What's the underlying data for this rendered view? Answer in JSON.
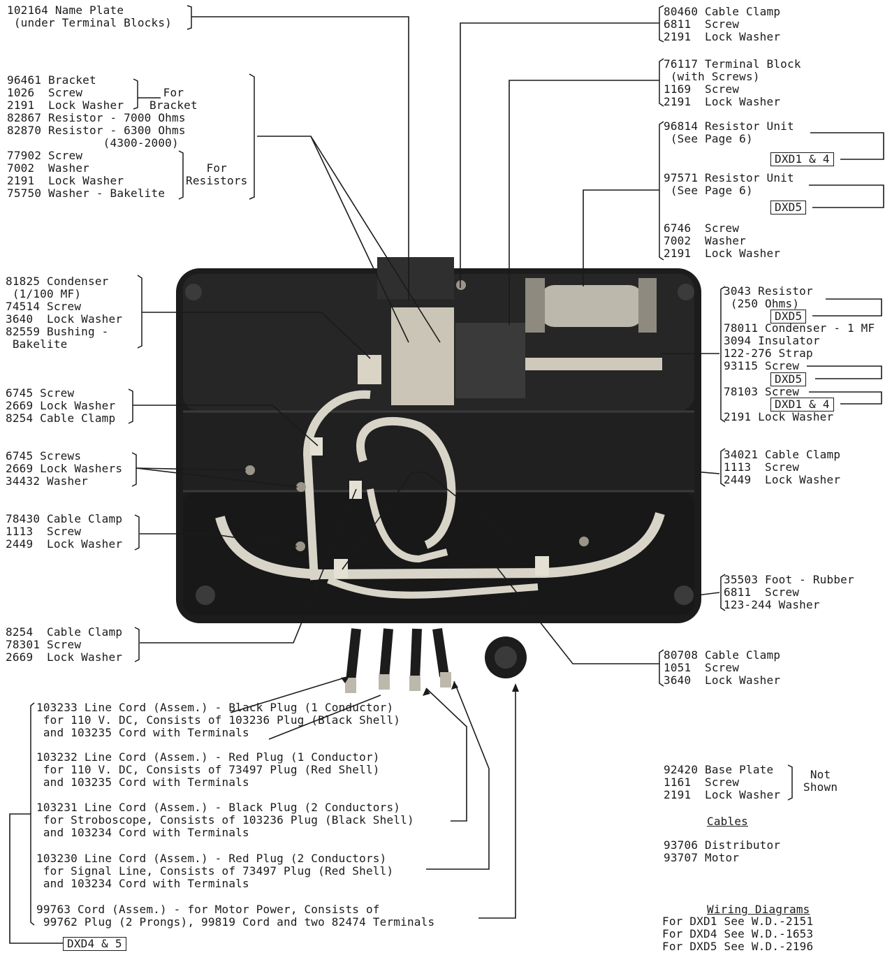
{
  "callouts": {
    "name_plate": "102164 Name Plate\n (under Terminal Blocks)",
    "bracket_group": "96461 Bracket\n1026  Screw\n2191  Lock Washer\n82867 Resistor - 7000 Ohms\n82870 Resistor - 6300 Ohms\n              (4300-2000)",
    "for_bracket": "For\nBracket",
    "resistor_hw": "77902 Screw\n7002  Washer\n2191  Lock Washer\n75750 Washer - Bakelite",
    "for_resistors": "For\nResistors",
    "condenser_group": "81825 Condenser\n (1/100 MF)\n74514 Screw\n3640  Lock Washer\n82559 Bushing -\n Bakelite",
    "clamp_6745": "6745 Screw\n2669 Lock Washer\n8254 Cable Clamp",
    "screws_6745": "6745 Screws\n2669 Lock Washers\n34432 Washer",
    "clamp_78430": "78430 Cable Clamp\n1113  Screw\n2449  Lock Washer",
    "clamp_8254": "8254  Cable Clamp\n78301 Screw\n2669  Lock Washer",
    "clamp_80460": "80460 Cable Clamp\n6811  Screw\n2191  Lock Washer",
    "terminal_block": "76117 Terminal Block\n (with Screws)\n1169  Screw\n2191  Lock Washer",
    "resistor_unit_96814": "96814 Resistor Unit\n (See Page 6)",
    "resistor_unit_97571": "97571 Resistor Unit\n (See Page 6)",
    "screw_6746": "6746  Screw\n7002  Washer\n2191  Lock Washer",
    "resistor_3043": "3043 Resistor\n (250 Ohms)",
    "condenser_78011": "78011 Condenser - 1 MF\n3094 Insulator\n122-276 Strap\n93115 Screw",
    "screw_78103": "78103 Screw",
    "lock_2191": "2191 Lock Washer",
    "clamp_34021": "34021 Cable Clamp\n1113  Screw\n2449  Lock Washer",
    "foot_35503": "35503 Foot - Rubber\n6811  Screw\n123-244 Washer",
    "clamp_80708": "80708 Cable Clamp\n1051  Screw\n3640  Lock Washer",
    "cord_103233": "103233 Line Cord (Assem.) - Black Plug (1 Conductor)\n for 110 V. DC, Consists of 103236 Plug (Black Shell)\n and 103235 Cord with Terminals",
    "cord_103232": "103232 Line Cord (Assem.) - Red Plug (1 Conductor)\n for 110 V. DC, Consists of 73497 Plug (Red Shell)\n and 103235 Cord with Terminals",
    "cord_103231": "103231 Line Cord (Assem.) - Black Plug (2 Conductors)\n for Stroboscope, Consists of 103236 Plug (Black Shell)\n and 103234 Cord with Terminals",
    "cord_103230": "103230 Line Cord (Assem.) - Red Plug (2 Conductors)\n for Signal Line, Consists of 73497 Plug (Red Shell)\n and 103234 Cord with Terminals",
    "cord_99763": "99763 Cord (Assem.) - for Motor Power, Consists of\n 99762 Plug (2 Prongs), 99819 Cord and two 82474 Terminals",
    "base_plate": "92420 Base Plate\n1161  Screw\n2191  Lock Washer",
    "not_shown": "Not\nShown",
    "cables_heading": "Cables",
    "cables_list": "93706 Distributor\n93707 Motor",
    "wiring_heading": "Wiring Diagrams",
    "wiring_list": "For DXD1 See W.D.-2151\nFor DXD4 See W.D.-1653\nFor DXD5 See W.D.-2196"
  },
  "tags": {
    "dxd1_4_a": "DXD1 & 4",
    "dxd5_a": "DXD5",
    "dxd5_b": "DXD5",
    "dxd5_c": "DXD5",
    "dxd1_4_b": "DXD1 & 4",
    "dxd4_5": "DXD4 & 5"
  },
  "colors": {
    "ink": "#1a1a1a",
    "paper": "#ffffff",
    "chassis": "#1c1c1c",
    "cable": "#d8d4c8"
  }
}
